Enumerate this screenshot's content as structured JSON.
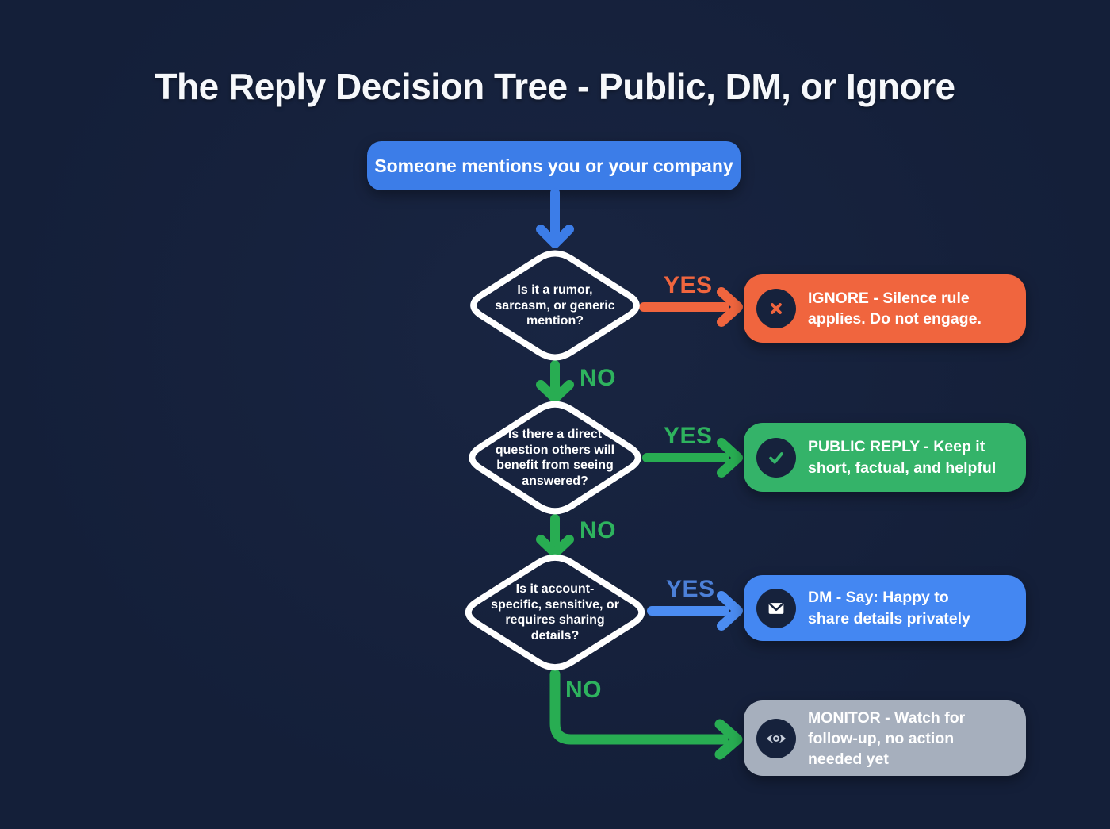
{
  "title": "The Reply Decision Tree - Public, DM, or Ignore",
  "colors": {
    "background": "#141f39",
    "blue": "#3c7de8",
    "blue_light": "#4b8cf2",
    "dm_blue": "#4487f2",
    "orange": "#f0653e",
    "green_box": "#34b369",
    "green_arrow": "#28ad52",
    "green_label": "#2eb35e",
    "label_blue": "#4c80d8",
    "gray": "#a6afbd",
    "dark": "#16223c",
    "white": "#ffffff"
  },
  "start": {
    "label": "Someone mentions you or your company"
  },
  "decisions": [
    {
      "id": "rumor-check",
      "lines": [
        "Is it a rumor,",
        "sarcasm, or generic",
        "mention?"
      ],
      "yes_label": "YES",
      "no_label": "NO"
    },
    {
      "id": "direct-question-check",
      "lines": [
        "Is there a direct",
        "question others will",
        "benefit from seeing",
        "answered?"
      ],
      "yes_label": "YES",
      "no_label": "NO"
    },
    {
      "id": "sensitive-check",
      "lines": [
        "Is it account-",
        "specific, sensitive, or",
        "requires sharing",
        "details?"
      ],
      "yes_label": "YES",
      "no_label": "NO"
    }
  ],
  "results": [
    {
      "id": "ignore",
      "icon": "x-icon",
      "color": "#f0653e",
      "label": "IGNORE - Silence rule applies. Do not engage.",
      "lines": [
        "IGNORE - Silence rule",
        "applies. Do not engage."
      ]
    },
    {
      "id": "public-reply",
      "icon": "check-icon",
      "color": "#34b369",
      "label": "PUBLIC REPLY - Keep it short, factual, and helpful",
      "lines": [
        "PUBLIC REPLY - Keep it",
        "short, factual, and helpful"
      ]
    },
    {
      "id": "dm",
      "icon": "envelope-icon",
      "color": "#4487f2",
      "label": "DM - Say: Happy to share details privately",
      "lines": [
        "DM - Say: Happy to",
        "share details privately"
      ]
    },
    {
      "id": "monitor",
      "icon": "eye-icon",
      "color": "#a6afbd",
      "label": "MONITOR - Watch for follow-up, no action needed yet",
      "lines": [
        "MONITOR - Watch for",
        "follow-up, no action",
        "needed yet"
      ]
    }
  ]
}
